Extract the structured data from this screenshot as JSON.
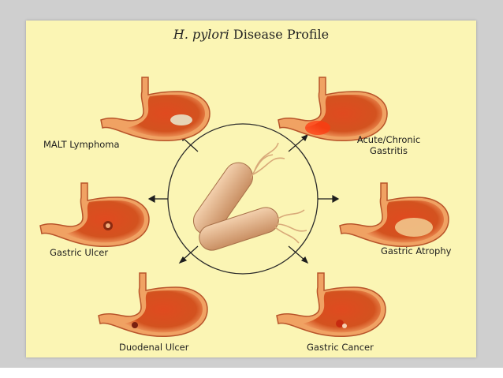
{
  "title": {
    "italic": "H. pylori",
    "rest": " Disease Profile"
  },
  "conditions": {
    "malt": "MALT Lymphoma",
    "acute_line1": "Acute/Chronic",
    "acute_line2": "Gastritis",
    "gastric_ulcer": "Gastric Ulcer",
    "gastric_atrophy": "Gastric Atrophy",
    "duodenal_ulcer": "Duodenal Ulcer",
    "gastric_cancer": "Gastric Cancer"
  },
  "colors": {
    "background": "#fbf5b4",
    "stomach_outer": "#e86f3a",
    "stomach_inner": "#d9532a",
    "bacteria": "#e8b78d"
  },
  "icons": [
    "stomach-illustration",
    "h-pylori-bacterium",
    "arrow"
  ]
}
